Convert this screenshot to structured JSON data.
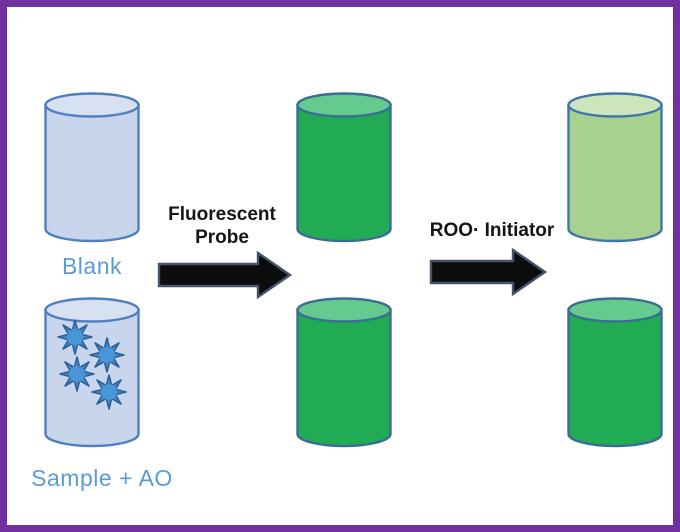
{
  "diagram": {
    "stage_initial": {
      "blank": {
        "label": "Blank"
      },
      "sample": {
        "label": "Sample + AO",
        "antioxidant_star_count": 4
      }
    },
    "steps": [
      {
        "label": "Fluorescent Probe"
      },
      {
        "label": "ROO· Initiator"
      }
    ],
    "stage_probe": {
      "blank_vial": "fluorescent-green",
      "sample_vial": "fluorescent-green"
    },
    "stage_initiator": {
      "blank_vial": "faded-green",
      "sample_vial": "fluorescent-green"
    }
  },
  "colors": {
    "border_purple": "#7030a0",
    "canvas_bg": "#ffffff",
    "blank_fill": "#c8d5ec",
    "blank_top": "#d8e1f2",
    "blank_stroke": "#4e7fc1",
    "fluorescent_fill": "#21ac53",
    "fluorescent_top": "#65ca8d",
    "green_stroke": "#3a6d96",
    "faded_fill": "#a8d08e",
    "faded_top": "#cde5bb",
    "faded_stroke": "#3f76ad",
    "star_fill": "#4c85c0",
    "star_stroke": "#2d639c",
    "star_core": "#4896d8",
    "label_blue": "#5b9bd5",
    "text_black": "#151515",
    "arrow_fill": "#0d0d0d",
    "arrow_stroke": "#44546a"
  }
}
